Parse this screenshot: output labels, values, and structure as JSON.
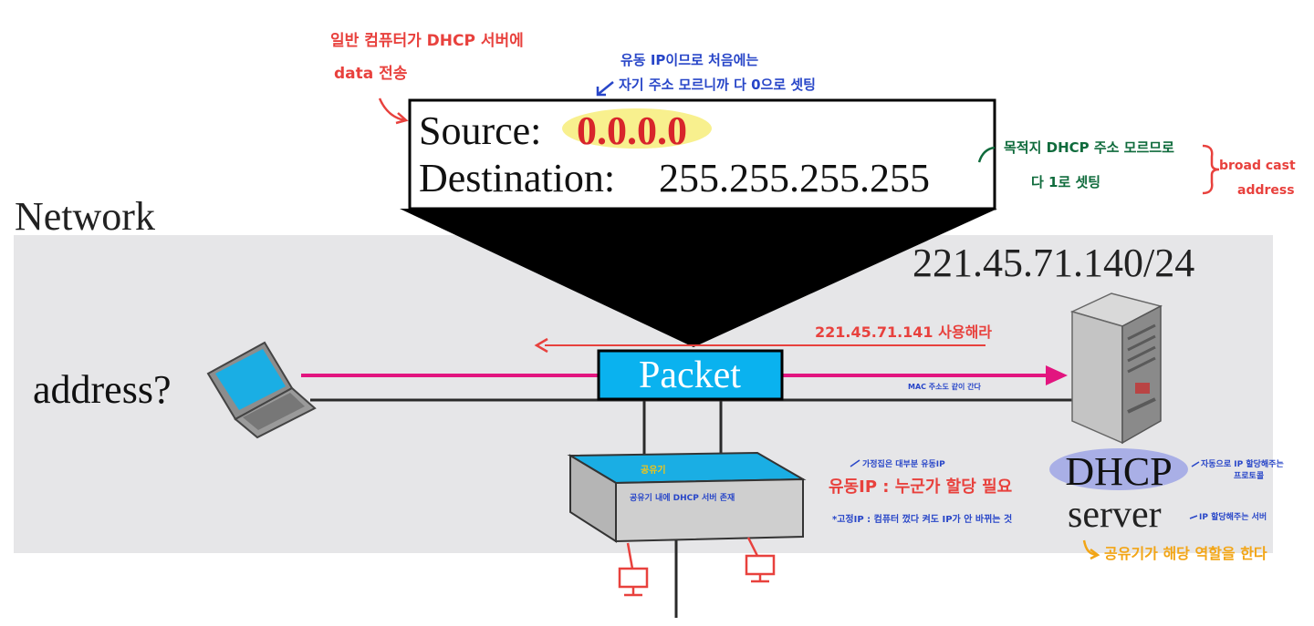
{
  "network": {
    "label": "Network",
    "subnet": "221.45.71.140/24"
  },
  "packet_header": {
    "source_label": "Source:",
    "source_value": "0.0.0.0",
    "destination_label": "Destination:",
    "destination_value": "255.255.255.255"
  },
  "packet": {
    "label": "Packet"
  },
  "client": {
    "label": "address?"
  },
  "server": {
    "label_top": "DHCP",
    "label_bottom": "server"
  },
  "notes": {
    "send_line1": "일반 컴퓨터가 DHCP 서버에",
    "send_line2": "data 전송",
    "source_line1": "유동 IP이므로 처음에는",
    "source_line2": "자기 주소 모르니까 다 0으로 셋팅",
    "dest_line1": "목적지 DHCP 주소 모르므로",
    "dest_line2": "다 1로 셋팅",
    "broadcast_line1": "broad cast",
    "broadcast_line2": "address",
    "reply": "221.45.71.141 사용해라",
    "mac": "MAC 주소도 같이 간다",
    "router_title": "공유기",
    "router_desc": "공유기 내에 DHCP 서버 존재",
    "home_ip": "가정집은 대부분 유동IP",
    "dynamic_ip": "유동IP : 누군가 할당 필요",
    "static_ip": "*고정IP : 컴퓨터 껐다 켜도 IP가 안 바뀌는 것",
    "dhcp_protocol_line1": "자동으로 IP 할당해주는",
    "dhcp_protocol_line2": "프로토콜",
    "ip_server": "IP 할당해주는 서버",
    "router_role": "공유기가 해당 역할을 한다"
  },
  "colors": {
    "network_bg": "#e6e6e8",
    "packet_fill": "#0ab2ef",
    "pink_arrow": "#e2157f",
    "red_note": "#e8413d",
    "blue_note": "#2846c8",
    "green_note": "#0f6b3c",
    "orange_note": "#f2a516",
    "highlight": "#f8f08e",
    "dhcp_oval": "#a9afe6"
  }
}
